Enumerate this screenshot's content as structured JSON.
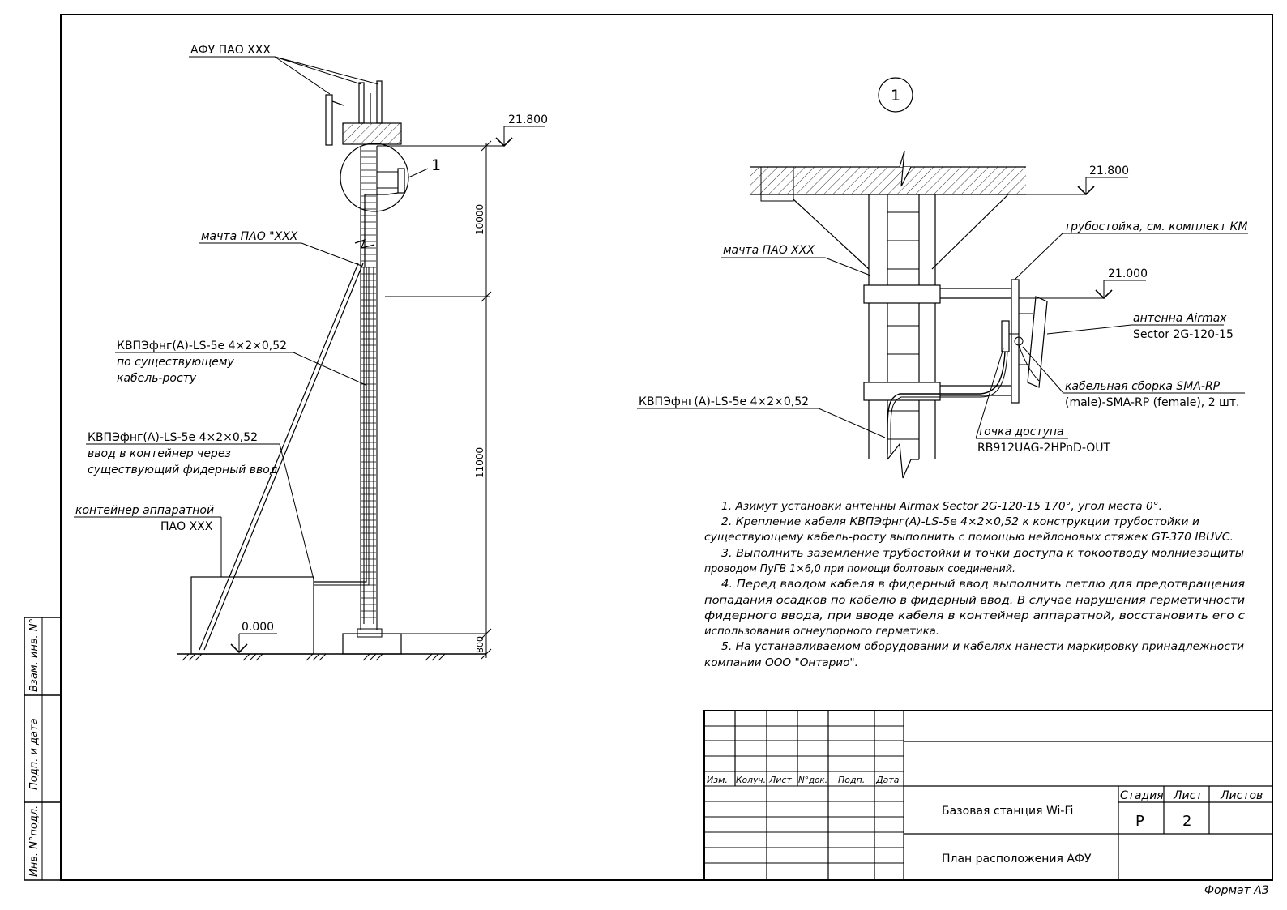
{
  "left_view": {
    "afu_label": "АФУ ПАО ХХХ",
    "mast_label": "мачта ПАО \"ХХХ",
    "detail_callout": "1",
    "elev_top": "21.800",
    "elev_ground": "0.000",
    "dim_upper": "10000",
    "dim_lower": "11000",
    "dim_base": "800",
    "cable1_line1": "КВПЭфнг(А)-LS-5e 4×2×0,52",
    "cable1_line2": "по существующему",
    "cable1_line3": "кабель-росту",
    "cable2_line1": "КВПЭфнг(А)-LS-5e 4×2×0,52",
    "cable2_line2": "ввод в контейнер через",
    "cable2_line3": "существующий фидерный ввод",
    "container_line1": "контейнер аппаратной",
    "container_line2": "ПАО ХХХ"
  },
  "detail_view": {
    "number": "1",
    "elev_top": "21.800",
    "elev_ant": "21.000",
    "mast_label": "мачта ПАО ХХХ",
    "pipe_label": "трубостойка, см. комплект КМ",
    "antenna_line1": "антенна Airmax",
    "antenna_line2": "Sector 2G-120-15",
    "assembly_line1": "кабельная сборка SMA-RP",
    "assembly_line2": "(male)-SMA-RP (female), 2 шт.",
    "cable_label": "КВПЭфнг(А)-LS-5e 4×2×0,52",
    "ap_line1": "точка доступа",
    "ap_line2": "RB912UAG-2HPnD-OUT"
  },
  "notes": [
    "1. Азимут установки антенны Airmax Sector 2G-120-15 170°, угол места 0°.",
    "2. Крепление кабеля КВПЭфнг(А)-LS-5e 4×2×0,52 к конструкции трубостойки и",
    "существующему кабель-росту выполнить с помощью нейлоновых стяжек GT-370 IBUVC.",
    "3. Выполнить заземление трубостойки и точки доступа к токоотводу молниезащиты",
    "проводом ПуГВ 1×6,0 при помощи болтовых соединений.",
    "4. Перед вводом кабеля в фидерный ввод выполнить петлю для предотвращения",
    "попадания осадков по кабелю в фидерный ввод. В случае нарушения герметичности",
    "фидерного ввода, при вводе кабеля в контейнер аппаратной, восстановить его с",
    "использования огнеупорного герметика.",
    "5. На устанавливаемом оборудовании и кабелях нанести маркировку принадлежности",
    "компании ООО \"Онтарио\"."
  ],
  "title_block": {
    "col_izm": "Изм.",
    "col_koluch": "Колуч.",
    "col_list": "Лист",
    "col_ndok": "N°док.",
    "col_podp": "Подп.",
    "col_data": "Дата",
    "project": "Базовая станция Wi-Fi",
    "sheet_title": "План расположения АФУ",
    "hdr_stage": "Стадия",
    "hdr_sheet": "Лист",
    "hdr_sheets": "Листов",
    "stage": "Р",
    "sheet": "2",
    "sheets": ""
  },
  "side_stamp": {
    "vzam": "Взам. инв. N°",
    "podp": "Подп. и дата",
    "inv": "Инв. N°подл."
  },
  "format": "Формат А3"
}
